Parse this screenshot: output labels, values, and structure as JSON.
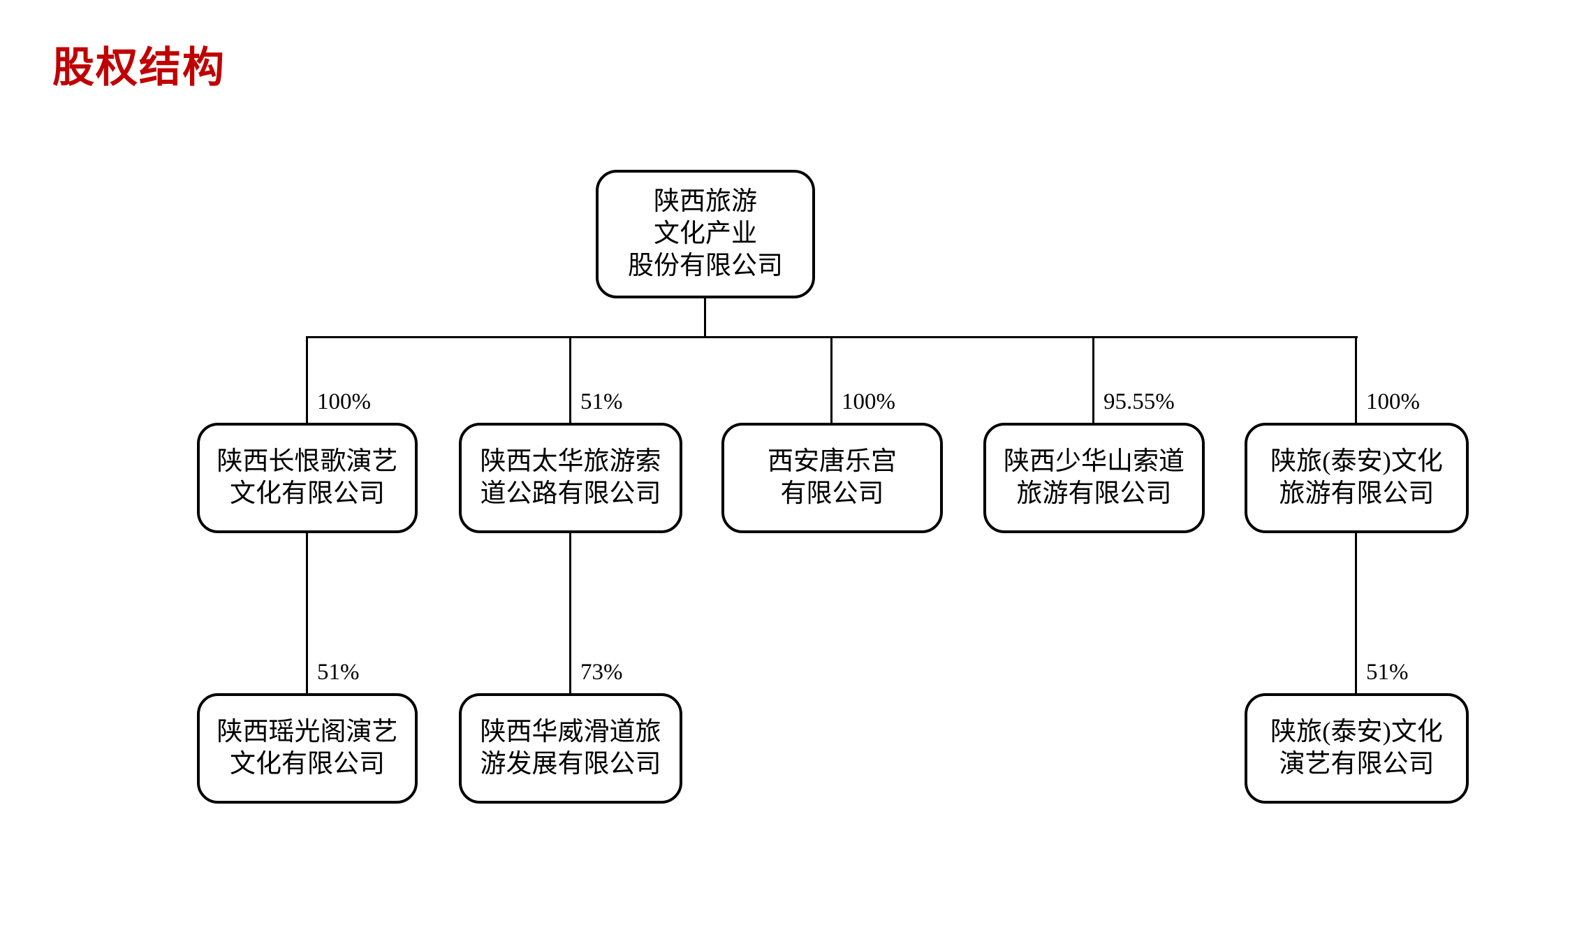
{
  "title": {
    "text": "股权结构",
    "color": "#c00000"
  },
  "org_chart": {
    "line_color": "#000000",
    "box_border_color": "#000000",
    "root": {
      "name": "陕西旅游\n文化产业\n股份有限公司"
    },
    "level2": [
      {
        "name": "陕西长恨歌演艺\n文化有限公司",
        "ownership": "100%"
      },
      {
        "name": "陕西太华旅游索\n道公路有限公司",
        "ownership": "51%"
      },
      {
        "name": "西安唐乐宫\n有限公司",
        "ownership": "100%"
      },
      {
        "name": "陕西少华山索道\n旅游有限公司",
        "ownership": "95.55%"
      },
      {
        "name": "陕旅(泰安)文化\n旅游有限公司",
        "ownership": "100%"
      }
    ],
    "level3": [
      {
        "name": "陕西瑶光阁演艺\n文化有限公司",
        "ownership": "51%",
        "parent": "陕西长恨歌演艺文化有限公司"
      },
      {
        "name": "陕西华威滑道旅\n游发展有限公司",
        "ownership": "73%",
        "parent": "陕西太华旅游索道公路有限公司"
      },
      {
        "name": "陕旅(泰安)文化\n演艺有限公司",
        "ownership": "51%",
        "parent": "陕旅(泰安)文化旅游有限公司"
      }
    ]
  }
}
